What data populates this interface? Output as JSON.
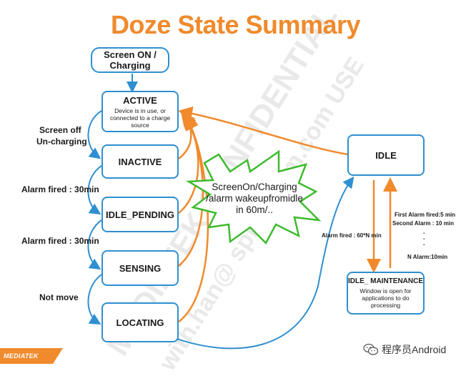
{
  "title": "Doze State Summary",
  "nodes": {
    "screen_on": {
      "line1": "Screen ON /",
      "line2": "Charging"
    },
    "active": {
      "title": "ACTIVE",
      "desc1": "Device is in use, or",
      "desc2": "connected to a charge",
      "desc3": "source"
    },
    "inactive": {
      "title": "INACTIVE"
    },
    "idle_pending": {
      "title": "IDLE_PENDING"
    },
    "sensing": {
      "title": "SENSING"
    },
    "locating": {
      "title": "LOCATING"
    },
    "idle": {
      "title": "IDLE"
    },
    "idle_maintenance": {
      "title": "IDLE_ MAINTENANCE",
      "desc1": "Window is open for",
      "desc2": "applications to do",
      "desc3": "processing"
    }
  },
  "transitions": {
    "screen_off_1": "Screen off",
    "screen_off_2": "Un-charging",
    "alarm_30_a": "Alarm fired : 30min",
    "alarm_30_b": "Alarm fired : 30min",
    "not_move": "Not move",
    "alarm_60n": "Alarm fired : 60*N min",
    "first_alarm": "First Alarm fired:5 min",
    "second_alarm": "Second Alarm : 10 min",
    "n_alarm": "N Alarm:10min"
  },
  "burst": {
    "line1": "ScreenOn/Charging",
    "line2": "/alarm wakeupfromidle",
    "line3": "in 60m/.."
  },
  "watermarks": {
    "line1": "MEDIATEK CONFIDENTIAL",
    "line2": "with.han@ sprdforum.com USE"
  },
  "footer": {
    "logo_text": "MEDIATEK",
    "brand_text": "程序员Android"
  },
  "colors": {
    "accent": "#f08a2c",
    "node_border": "#2f8fd0",
    "arrow_blue": "#2f8fd0",
    "arrow_orange": "#f08a2c",
    "burst_fill": "#ffffff",
    "burst_stroke": "#3dbb2e"
  }
}
